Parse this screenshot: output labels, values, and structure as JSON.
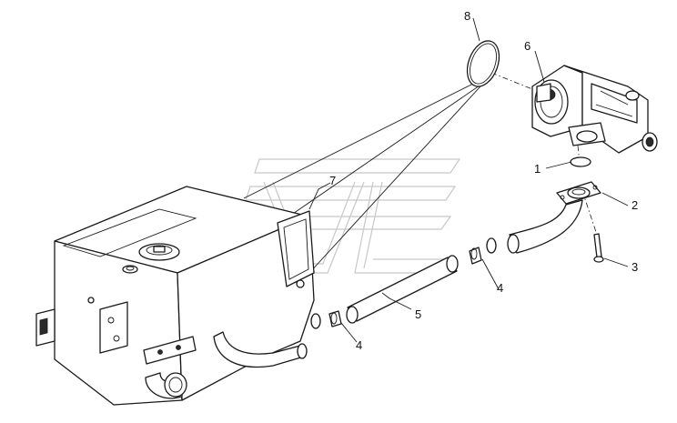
{
  "callouts": [
    {
      "id": "1",
      "text": "1"
    },
    {
      "id": "2",
      "text": "2"
    },
    {
      "id": "3",
      "text": "3"
    },
    {
      "id": "4a",
      "text": "4"
    },
    {
      "id": "4b",
      "text": "4"
    },
    {
      "id": "5",
      "text": "5"
    },
    {
      "id": "6",
      "text": "6"
    },
    {
      "id": "7",
      "text": "7"
    },
    {
      "id": "8",
      "text": "8"
    }
  ]
}
